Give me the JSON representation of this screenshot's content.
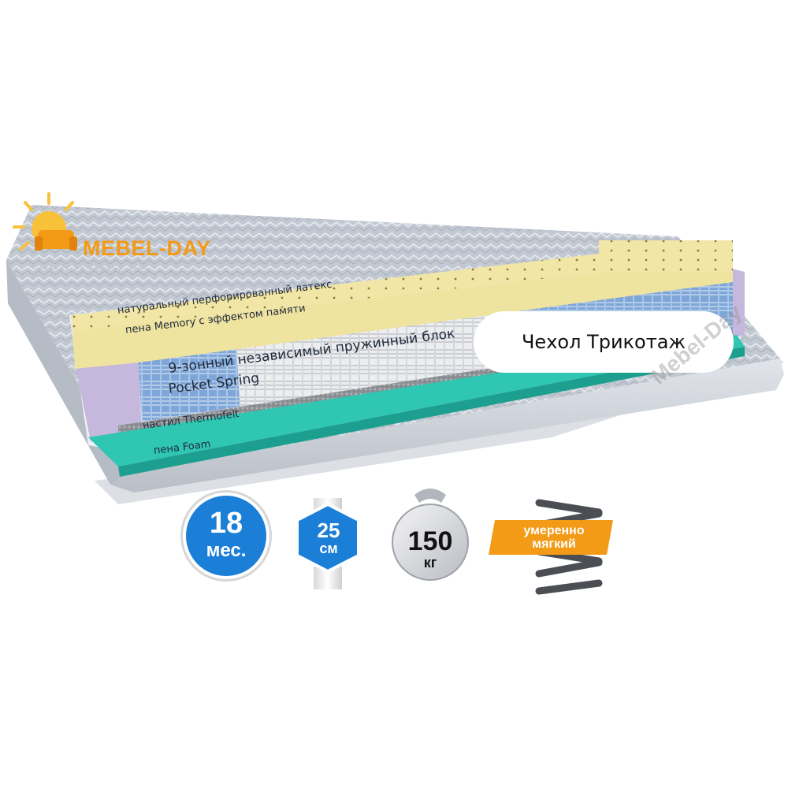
{
  "brand": {
    "name": "MEBEL-DAY",
    "tagline": "мебель на каждый день",
    "watermark": "Mebel-Day"
  },
  "layers": {
    "latex": "натуральный перфорированный латекс",
    "memory": "пена Memory с эффектом памяти",
    "spring_line1": "9-зонный независимый пружинный блок",
    "spring_line2": "Pocket Spring",
    "felt": "настил Thermofelt",
    "foam": "пена Foam"
  },
  "cover": "Чехол Трикотаж",
  "features": {
    "warranty": {
      "value": "18",
      "unit": "мес."
    },
    "height": {
      "value": "25",
      "unit": "см"
    },
    "max_weight": {
      "value": "150",
      "unit": "кг"
    },
    "firmness": "умеренно мягкий"
  },
  "colors": {
    "accent_blue": "#1b7fd8",
    "brand_orange": "#f39a16",
    "foam_teal": "#2fc6b2",
    "latex_cream": "#f1e6a6",
    "side_lilac": "#c6b7dd"
  }
}
